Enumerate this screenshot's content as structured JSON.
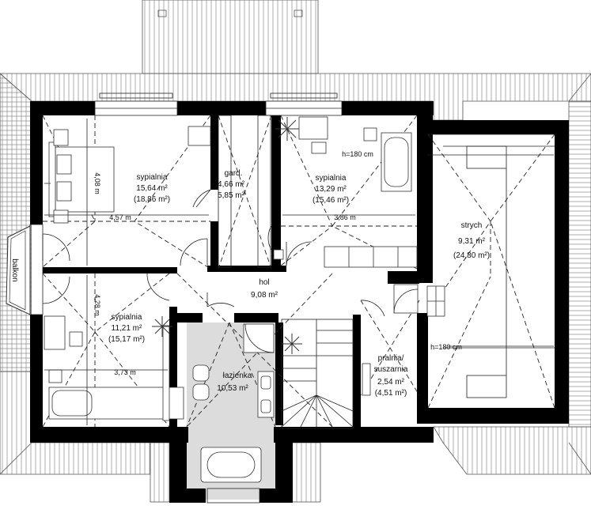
{
  "rooms": {
    "bedroom1": {
      "name": "sypialnia",
      "area": "15,64 m²",
      "area_gross": "(18,86 m²)",
      "dim_w": "4,57 m",
      "dim_h": "4,08 m"
    },
    "wardrobe": {
      "name": "gard.",
      "area": "4,66 m²",
      "area_gross": "5,85 m²"
    },
    "bedroom2": {
      "name": "sypialnia",
      "area": "13,29 m²",
      "area_gross": "(15,46 m²)",
      "dim_w": "3,86 m",
      "height_note": "h=180 cm"
    },
    "attic": {
      "name": "strych",
      "area": "9,31 m²",
      "area_gross": "(24,80 m²)",
      "height_note": "h=180 cm"
    },
    "hall": {
      "name": "hol",
      "area": "9,08 m²"
    },
    "bedroom3": {
      "name": "sypialnia",
      "area": "11,21 m²",
      "area_gross": "(15,17 m²)",
      "dim_w": "3,73 m",
      "dim_h": "4,28 m"
    },
    "bathroom": {
      "name": "łazienka",
      "area": "10,53 m²"
    },
    "laundry": {
      "name": "pralnia/",
      "name2": "suszarnia",
      "area": "2,54 m²",
      "area_gross": "(4,51 m²)"
    },
    "balcony": {
      "name": "balkon"
    }
  }
}
